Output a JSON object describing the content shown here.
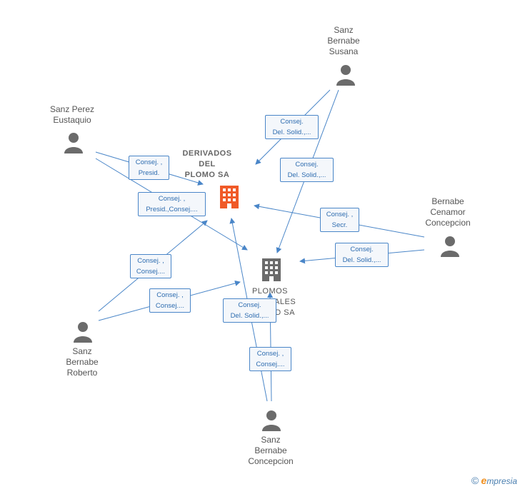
{
  "nodes": {
    "derivados": {
      "line1": "DERIVADOS",
      "line2": "DEL",
      "line3": "PLOMO SA"
    },
    "plomos": {
      "line1": "PLOMOS",
      "line2": "...IALES",
      "line3": "...ID SA"
    },
    "sanz_bernabe_susana": {
      "line1": "Sanz",
      "line2": "Bernabe",
      "line3": "Susana"
    },
    "sanz_perez_eustaquio": {
      "line1": "Sanz Perez",
      "line2": "Eustaquio"
    },
    "bernabe_cenamor": {
      "line1": "Bernabe",
      "line2": "Cenamor",
      "line3": "Concepcion"
    },
    "sanz_bernabe_roberto": {
      "line1": "Sanz",
      "line2": "Bernabe",
      "line3": "Roberto"
    },
    "sanz_bernabe_concepcion": {
      "line1": "Sanz",
      "line2": "Bernabe",
      "line3": "Concepcion"
    }
  },
  "edges": [
    {
      "l1": "Consej.",
      "l2": "Del. Solid.,..."
    },
    {
      "l1": "Consej.",
      "l2": "Del. Solid.,..."
    },
    {
      "l1": "Consej. ,",
      "l2": "Presid."
    },
    {
      "l1": "Consej. ,",
      "l2": "Presid.,Consej...."
    },
    {
      "l1": "Consej. ,",
      "l2": "Secr."
    },
    {
      "l1": "Consej.",
      "l2": "Del. Solid.,..."
    },
    {
      "l1": "Consej. ,",
      "l2": "Consej...."
    },
    {
      "l1": "Consej. ,",
      "l2": "Consej...."
    },
    {
      "l1": "Consej.",
      "l2": "Del. Solid.,..."
    },
    {
      "l1": "Consej. ,",
      "l2": "Consej...."
    }
  ],
  "footer": {
    "copyright": "©",
    "brand_e": "e",
    "brand_rest": "mpresia"
  },
  "colors": {
    "edge": "#4a86c8",
    "company_main": "#f05a28",
    "company_other": "#6b6b6b",
    "person": "#6b6b6b"
  }
}
